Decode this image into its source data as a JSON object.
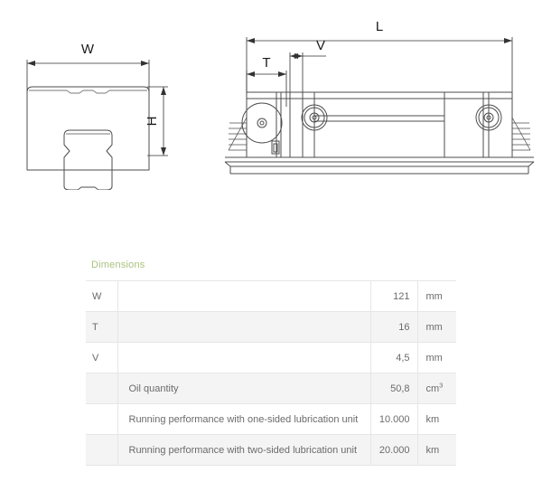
{
  "drawings": {
    "cross_section": {
      "name": "carriage-cross-section",
      "labels": {
        "width": "W",
        "height": "H"
      }
    },
    "side_view": {
      "name": "carriage-side-view",
      "labels": {
        "length": "L",
        "t_dim": "T",
        "v_dim": "V"
      }
    }
  },
  "table": {
    "caption": "Dimensions",
    "caption_color": "#aac27e",
    "rows": [
      {
        "symbol": "W",
        "description": "",
        "value": "121",
        "unit": "mm",
        "unit_sup": ""
      },
      {
        "symbol": "T",
        "description": "",
        "value": "16",
        "unit": "mm",
        "unit_sup": ""
      },
      {
        "symbol": "V",
        "description": "",
        "value": "4,5",
        "unit": "mm",
        "unit_sup": ""
      },
      {
        "symbol": "",
        "description": "Oil quantity",
        "value": "50,8",
        "unit": "cm",
        "unit_sup": "3"
      },
      {
        "symbol": "",
        "description": "Running performance with one-sided lubrication unit",
        "value": "10.000",
        "unit": "km",
        "unit_sup": ""
      },
      {
        "symbol": "",
        "description": "Running performance with two-sided lubrication unit",
        "value": "20.000",
        "unit": "km",
        "unit_sup": ""
      }
    ]
  }
}
